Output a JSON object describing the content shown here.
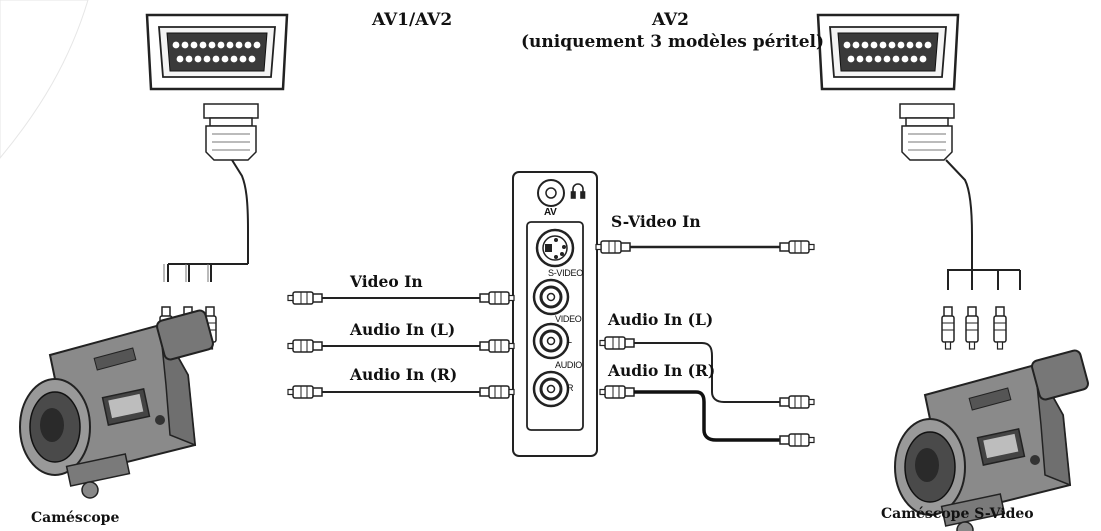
{
  "titles": {
    "av1_av2": "AV1/AV2",
    "av2": "AV2",
    "av2_note": "(uniquement 3 modèles péritel)"
  },
  "cables": {
    "s_video_in": "S-Video In",
    "video_in": "Video In",
    "audio_in_l_left": "Audio In (L)",
    "audio_in_r_left": "Audio In (R)",
    "audio_in_l_right": "Audio In (L)",
    "audio_in_r_right": "Audio In (R)"
  },
  "panel": {
    "av": "AV",
    "s_video": "S-VIDEO",
    "video": "VIDEO",
    "audio": "AUDIO",
    "l": "L",
    "r": "R",
    "headphone_icon": "headphone-icon"
  },
  "devices": {
    "left_camera": "Caméscope",
    "right_camera": "Caméscope S-Video"
  }
}
